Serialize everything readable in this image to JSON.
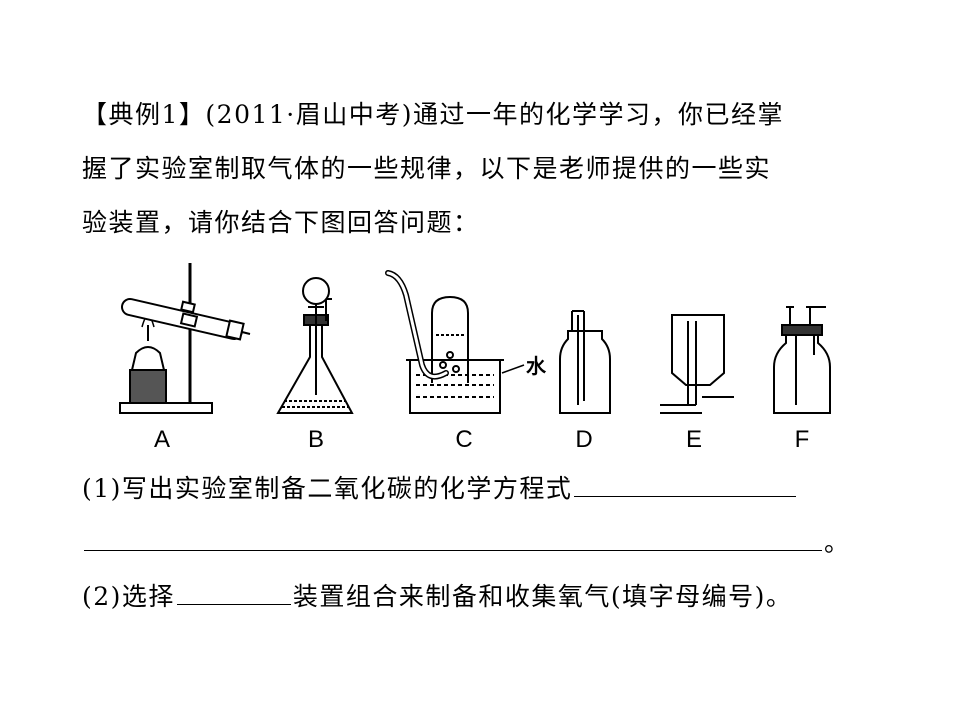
{
  "question": {
    "lines": [
      "【典例1】(2011·眉山中考)通过一年的化学学习，你已经掌",
      "握了实验室制取气体的一些规律，以下是老师提供的一些实",
      "验装置，请你结合下图回答问题："
    ]
  },
  "diagram": {
    "labels": [
      "A",
      "B",
      "C",
      "D",
      "E",
      "F"
    ],
    "water_label": "水"
  },
  "sub_questions": {
    "q1_text": "(1)写出实验室制备二氧化碳的化学方程式",
    "q1_end": "。",
    "q2_prefix": "(2)选择",
    "q2_suffix": "装置组合来制备和收集氧气(填字母编号)。"
  }
}
